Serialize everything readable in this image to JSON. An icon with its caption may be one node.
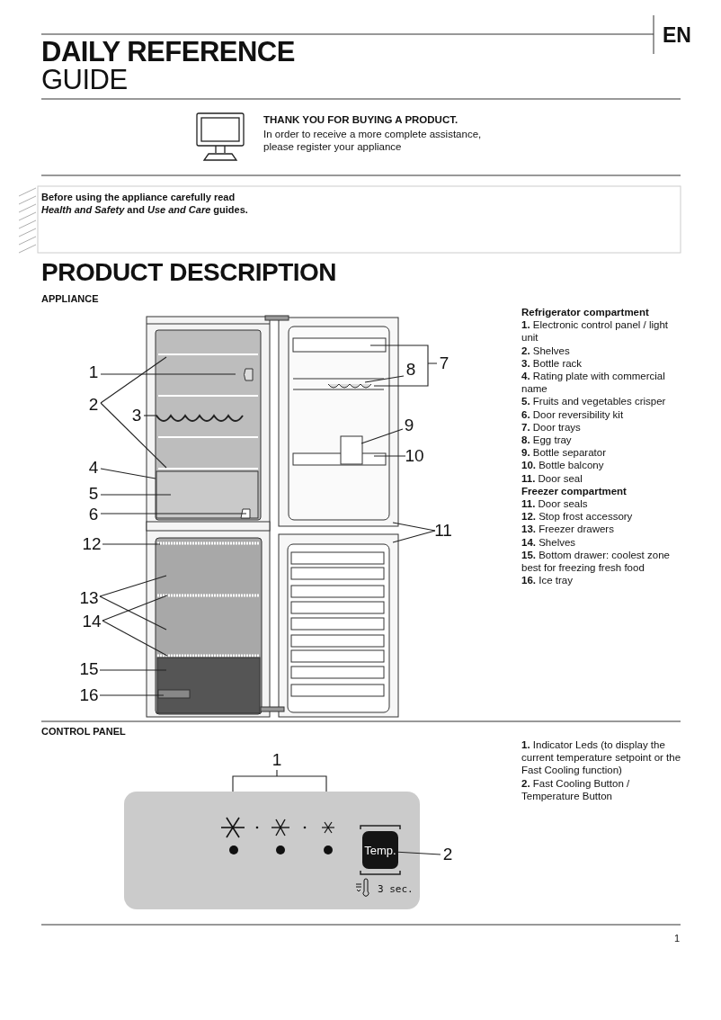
{
  "diagram": {
    "title": "**DAILY REFERENCE** GUIDE",
    "nodes": [
      {
        "text": [
          "1"
        ]
      },
      {
        "text": [
          "2"
        ]
      },
      {
        "text": [
          "3"
        ]
      },
      {
        "text": [
          "4"
        ]
      },
      {
        "text": [
          "5"
        ]
      },
      {
        "text": [
          "6"
        ]
      },
      {
        "text": [
          "7"
        ]
      },
      {
        "text": [
          "8"
        ]
      },
      {
        "text": [
          "9"
        ]
      },
      {
        "text": [
          "10"
        ]
      },
      {
        "text": [
          "11"
        ]
      },
      {
        "text": [
          "12"
        ]
      },
      {
        "text": [
          "13"
        ]
      },
      {
        "text": [
          "14"
        ]
      },
      {
        "text": [
          "15"
        ]
      },
      {
        "text": [
          "16"
        ]
      },
      {
        "text": [
          "1"
        ]
      },
      {
        "text": [
          "2"
        ]
      },
      {
        "text": [
          "Temp."
        ]
      }
    ],
    "edges": [
      {
        "from": 0,
        "to": null,
        "arrow": "none"
      },
      {
        "from": 1,
        "to": null,
        "arrow": "none"
      },
      {
        "from": 1,
        "to": null,
        "arrow": "none"
      },
      {
        "from": 2,
        "to": null,
        "arrow": "none"
      },
      {
        "from": 3,
        "to": null,
        "arrow": "none"
      },
      {
        "from": 4,
        "to": null,
        "arrow": "none"
      },
      {
        "from": 5,
        "to": null,
        "arrow": "none"
      },
      {
        "from": 6,
        "to": null,
        "arrow": "none"
      },
      {
        "from": 7,
        "to": null,
        "arrow": "none"
      },
      {
        "from": 8,
        "to": null,
        "arrow": "none"
      },
      {
        "from": 9,
        "to": null,
        "arrow": "none"
      },
      {
        "from": 10,
        "to": null,
        "arrow": "none"
      },
      {
        "from": 10,
        "to": null,
        "arrow": "none"
      },
      {
        "from": 11,
        "to": null,
        "arrow": "none"
      },
      {
        "from": 12,
        "to": null,
        "arrow": "none"
      },
      {
        "from": 12,
        "to": null,
        "arrow": "none"
      },
      {
        "from": 13,
        "to": null,
        "arrow": "none"
      },
      {
        "from": 13,
        "to": null,
        "arrow": "none"
      },
      {
        "from": 14,
        "to": null,
        "arrow": "none"
      },
      {
        "from": 15,
        "to": null,
        "arrow": "none"
      },
      {
        "from": 17,
        "to": 18,
        "arrow": "none"
      }
    ],
    "labels": [
      "EN",
      "THANK YOU FOR BUYING A PRODUCT.",
      "In order to receive a more complete assistance, please register your appliance",
      "Before using the appliance carefully read *Health and Safety* and *Use and Care* guides.",
      "PRODUCT DESCRIPTION",
      "APPLIANCE",
      "Refrigerator compartment",
      "**1.** Electronic control panel / light unit",
      "**2.** Shelves",
      "**3.** Bottle rack",
      "**4.** Rating plate with commercial name",
      "**5.** Fruits and vegetables crisper",
      "**6.** Door reversibility kit",
      "**7.** Door trays",
      "**8.** Egg tray",
      "**9.** Bottle separator",
      "**10.** Bottle balcony",
      "**11.** Door seal",
      "Freezer compartment",
      "**11.** Door seals",
      "**12.** Stop frost accessory",
      "**13.** Freezer drawers",
      "**14.** Shelves",
      "**15.** Bottom drawer: coolest zone best for freezing fresh food",
      "**16.** Ice tray",
      "CONTROL PANEL",
      "**1.** Indicator Leds (to display the current temperature setpoint or the Fast Cooling function)",
      "**2.** Fast Cooling Button / Temperature Button",
      "3 sec.",
      "1"
    ]
  }
}
